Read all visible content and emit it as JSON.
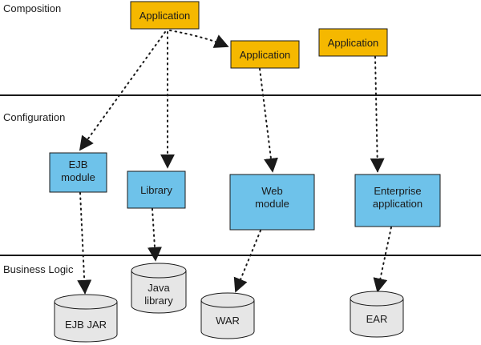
{
  "sections": {
    "composition": "Composition",
    "configuration": "Configuration",
    "business_logic": "Business Logic"
  },
  "applications": {
    "app1": "Application",
    "app2": "Application",
    "app3": "Application"
  },
  "modules": {
    "ejb": [
      "EJB",
      "module"
    ],
    "library": [
      "Library"
    ],
    "web": [
      "Web",
      "module"
    ],
    "enterprise": [
      "Enterprise",
      "application"
    ]
  },
  "archives": {
    "ejb_jar": [
      "EJB JAR"
    ],
    "java_library": [
      "Java",
      "library"
    ],
    "war": [
      "WAR"
    ],
    "ear": [
      "EAR"
    ]
  },
  "colors": {
    "application_fill": "#f5b800",
    "module_fill": "#6ec2ea",
    "archive_fill": "#e6e6e6",
    "stroke": "#1a1a1a"
  }
}
